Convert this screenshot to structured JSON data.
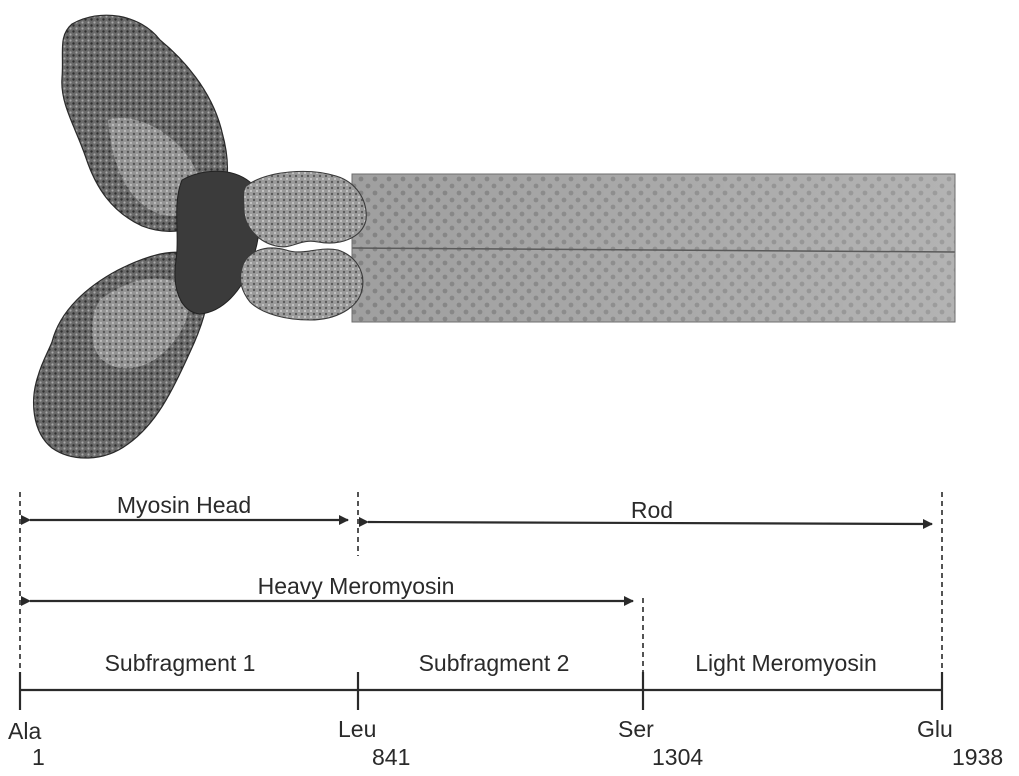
{
  "diagram": {
    "regions": {
      "myosin_head": "Myosin Head",
      "rod": "Rod",
      "heavy_meromyosin": "Heavy Meromyosin"
    },
    "fragments": {
      "subfragment_1": "Subfragment 1",
      "subfragment_2": "Subfragment 2",
      "light_meromyosin": "Light Meromyosin"
    },
    "residues": [
      {
        "name": "Ala",
        "number": "1"
      },
      {
        "name": "Leu",
        "number": "841"
      },
      {
        "name": "Ser",
        "number": "1304"
      },
      {
        "name": "Glu",
        "number": "1938"
      }
    ],
    "colors": {
      "ink": "#2a2a2a",
      "rod_fill": "#8c8c8c",
      "head_dark": "#3b3b3b",
      "head_mid": "#6e6e6e",
      "head_light": "#a5a5a5"
    }
  }
}
